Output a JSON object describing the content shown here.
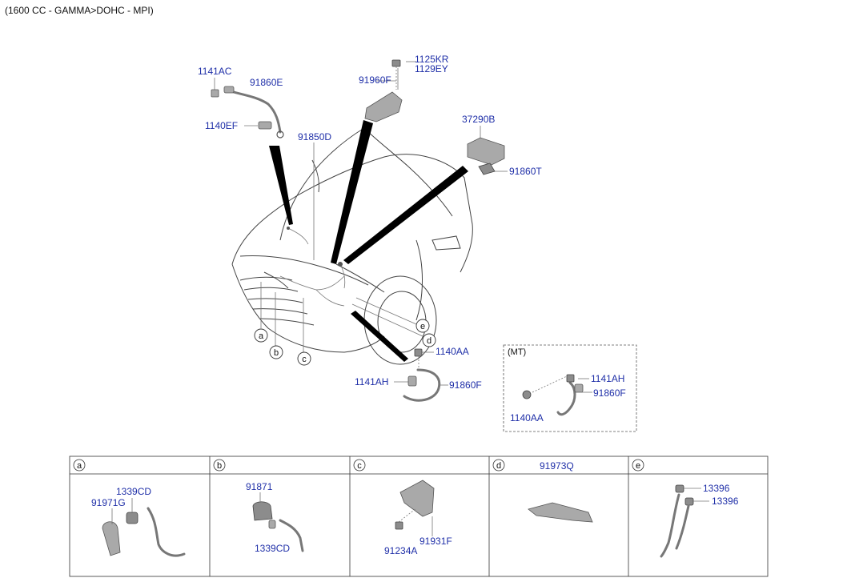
{
  "header": {
    "engine_label": "(1600 CC - GAMMA>DOHC - MPI)"
  },
  "main_labels": {
    "l1141AC": "1141AC",
    "l91860E": "91860E",
    "l1140EF": "1140EF",
    "l91850D": "91850D",
    "l91960F": "91960F",
    "l1125KR": "1125KR",
    "l1129EY": "1129EY",
    "l37290B": "37290B",
    "l91860T": "91860T",
    "l1140AA": "1140AA",
    "l1141AH": "1141AH",
    "l91860F": "91860F"
  },
  "callouts": {
    "a": "a",
    "b": "b",
    "c": "c",
    "d": "d",
    "e": "e"
  },
  "mt_box": {
    "title": "(MT)",
    "l1141AH": "1141AH",
    "l91860F": "91860F",
    "l1140AA": "1140AA"
  },
  "panels": [
    {
      "letter": "a",
      "title": "",
      "labels": [
        "1339CD",
        "91971G"
      ]
    },
    {
      "letter": "b",
      "title": "",
      "labels": [
        "91871",
        "1339CD"
      ]
    },
    {
      "letter": "c",
      "title": "",
      "labels": [
        "91931F",
        "91234A"
      ]
    },
    {
      "letter": "d",
      "title": "91973Q",
      "labels": []
    },
    {
      "letter": "e",
      "title": "",
      "labels": [
        "13396",
        "13396"
      ]
    }
  ]
}
